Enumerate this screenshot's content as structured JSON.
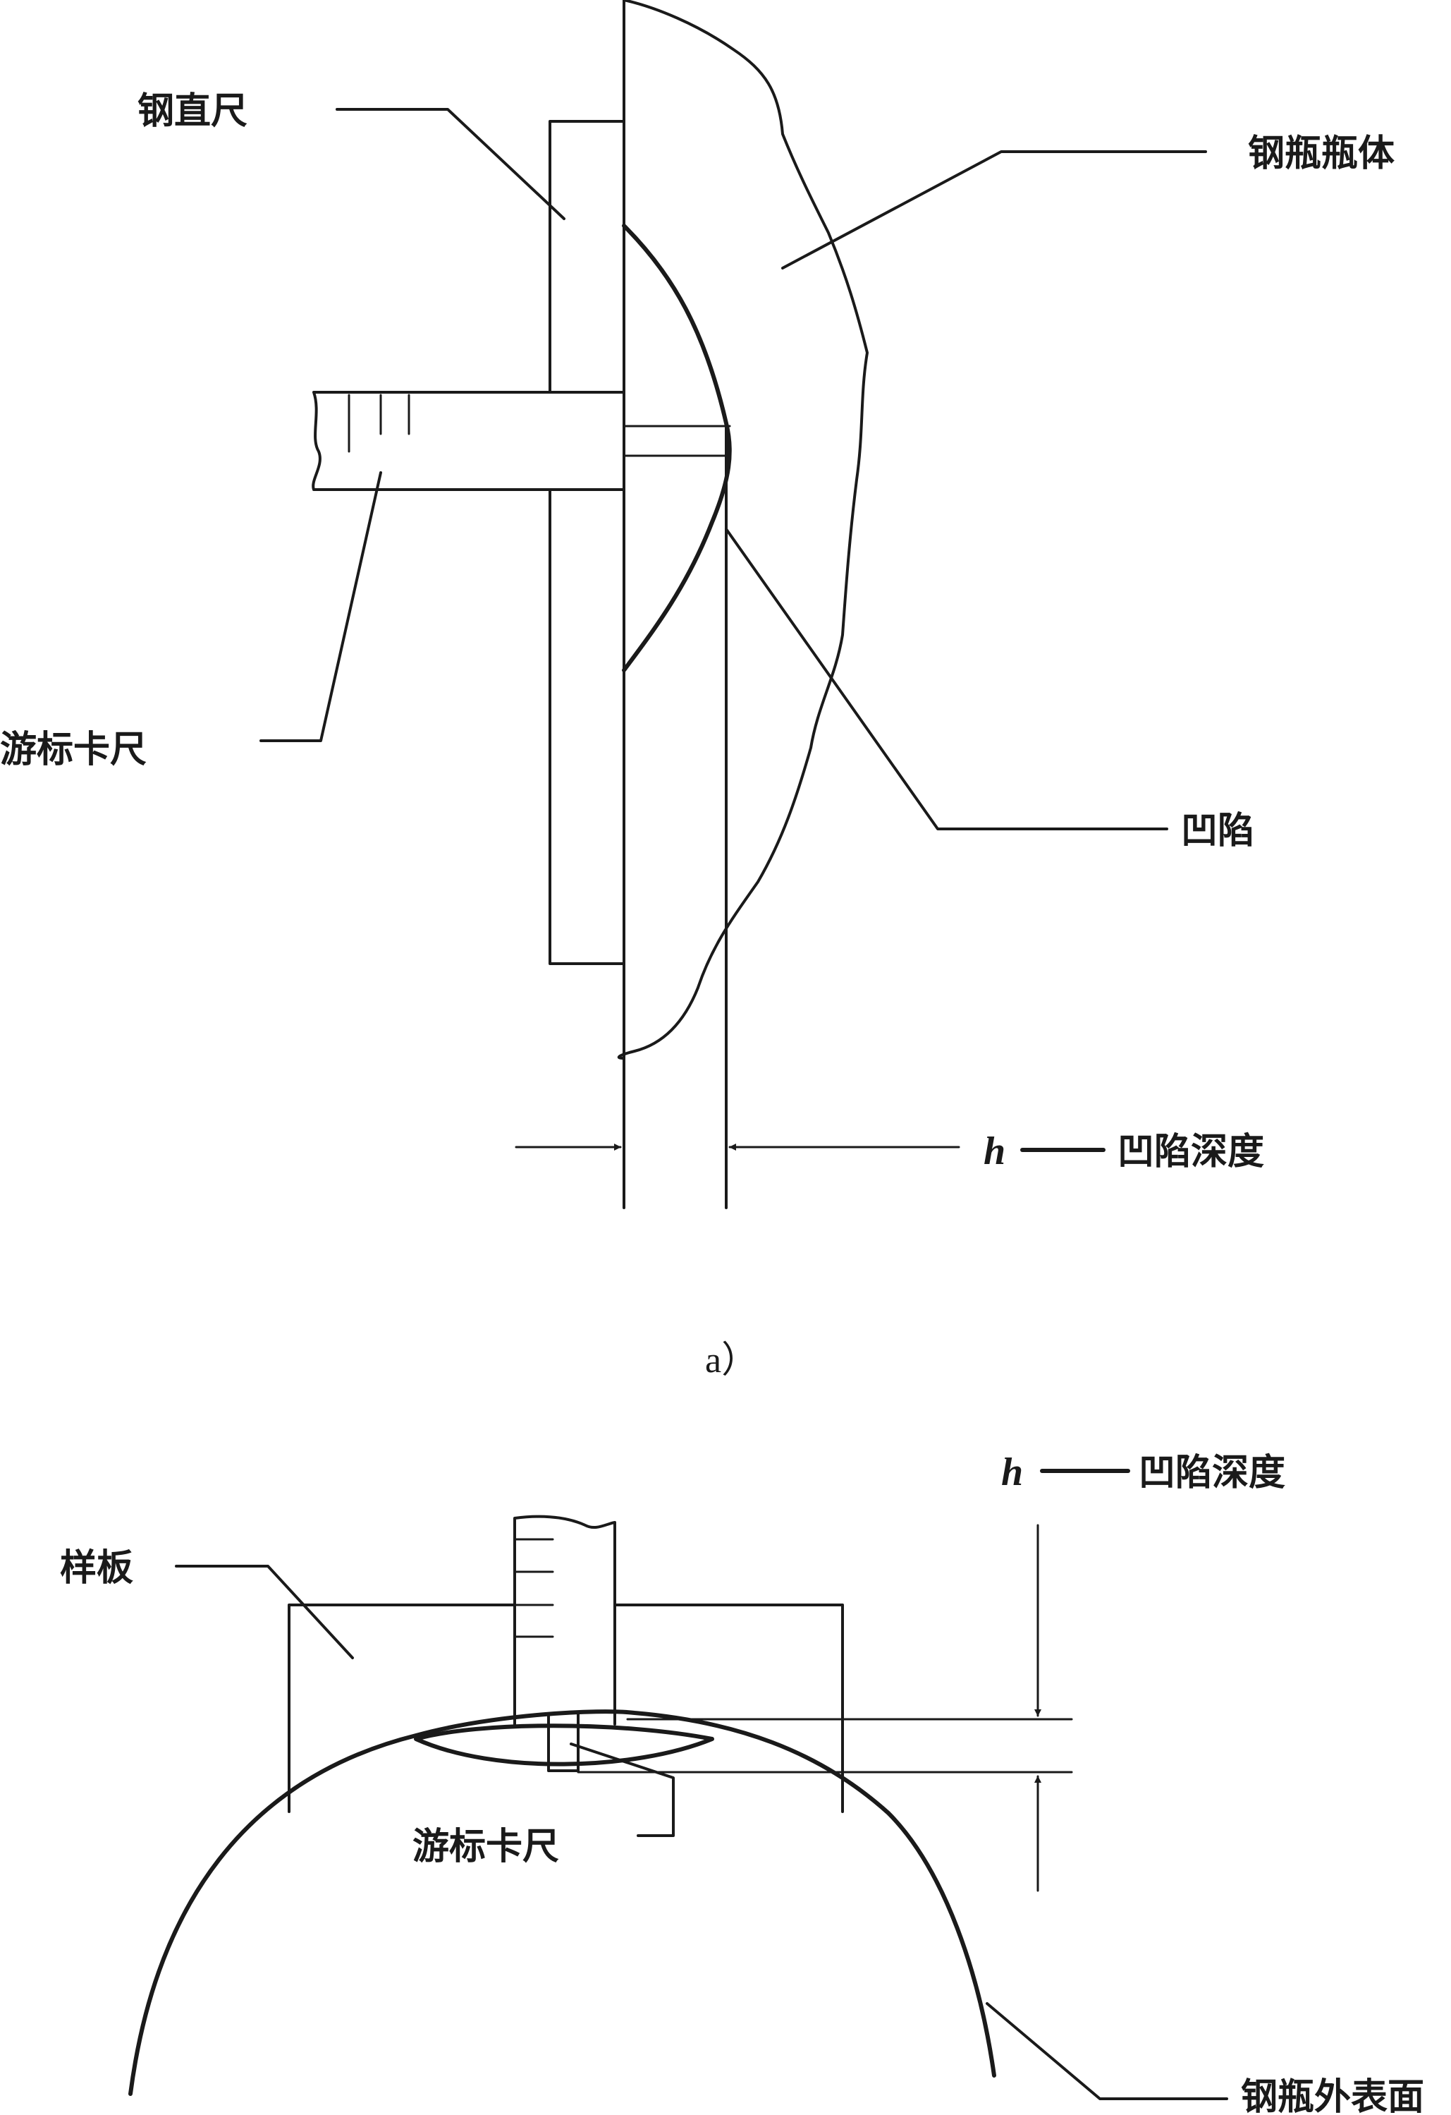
{
  "figure_a": {
    "labels": {
      "steel_ruler": "钢直尺",
      "cylinder_body": "钢瓶瓶体",
      "vernier_caliper": "游标卡尺",
      "dent": "凹陷",
      "h_symbol": "h",
      "dent_depth": "凹陷深度"
    },
    "caption": "a）"
  },
  "figure_b": {
    "labels": {
      "template": "样板",
      "h_symbol": "h",
      "dent_depth": "凹陷深度",
      "vernier_caliper": "游标卡尺",
      "cylinder_outer_surface": "钢瓶外表面"
    }
  }
}
